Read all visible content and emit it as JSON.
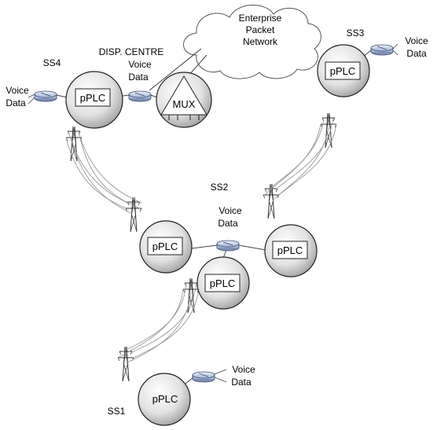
{
  "cloud": {
    "line1": "Enterprise",
    "line2": "Packet",
    "line3": "Network"
  },
  "dispatch": {
    "title": "DISP. CENTRE",
    "voice": "Voice",
    "data": "Data",
    "mux": "MUX"
  },
  "ss4": {
    "name": "SS4",
    "plc": "pPLC",
    "voice": "Voice",
    "data": "Data"
  },
  "ss3": {
    "name": "SS3",
    "plc": "pPLC",
    "voice": "Voice",
    "data": "Data"
  },
  "ss2": {
    "name": "SS2",
    "voice": "Voice",
    "data": "Data",
    "plc_left": "pPLC",
    "plc_right": "pPLC",
    "plc_bottom": "pPLC"
  },
  "ss1": {
    "name": "SS1",
    "plc": "pPLC",
    "voice": "Voice",
    "data": "Data"
  },
  "colors": {
    "router_fill": "#c8d7f0",
    "router_stroke": "#4a5a8a",
    "node_fill": "#dcdcdc"
  }
}
